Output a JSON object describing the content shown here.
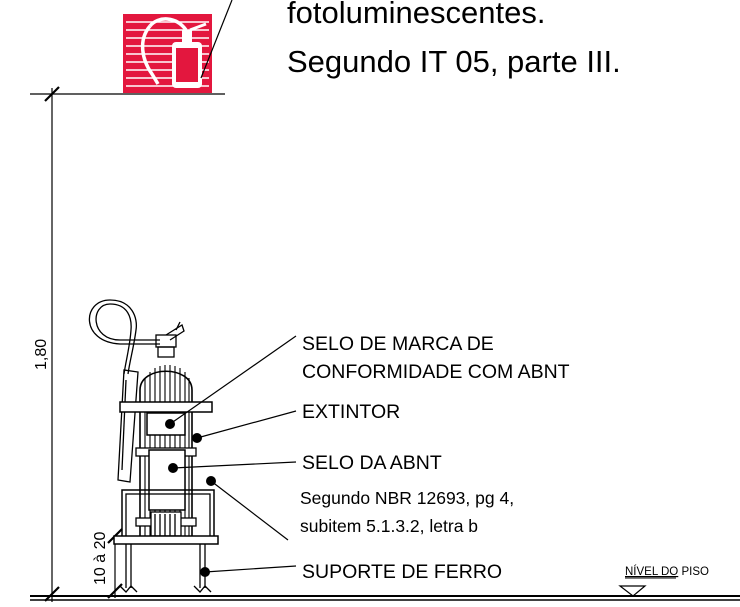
{
  "header_text": {
    "line1": "fotoluminescentes.",
    "line2": "Segundo IT 05, parte III."
  },
  "dimensions": {
    "height_total": "1,80",
    "height_base": "10 à 20"
  },
  "labels": {
    "selo_marca_line1": "SELO DE MARCA DE",
    "selo_marca_line2": "CONFORMIDADE COM ABNT",
    "extintor": "EXTINTOR",
    "selo_abnt": "SELO DA ABNT",
    "norma_line1": "Segundo NBR 12693, pg 4,",
    "norma_line2": "subitem 5.1.3.2, letra b",
    "suporte": "SUPORTE DE FERRO",
    "nivel_underlined": "NÍVEL DO",
    "nivel_rest": " PISO"
  },
  "colors": {
    "sign_red": "#e3173e",
    "line": "#000000"
  },
  "icons": {
    "sign": "fire-extinguisher-sign-icon",
    "extinguisher": "fire-extinguisher-icon"
  }
}
